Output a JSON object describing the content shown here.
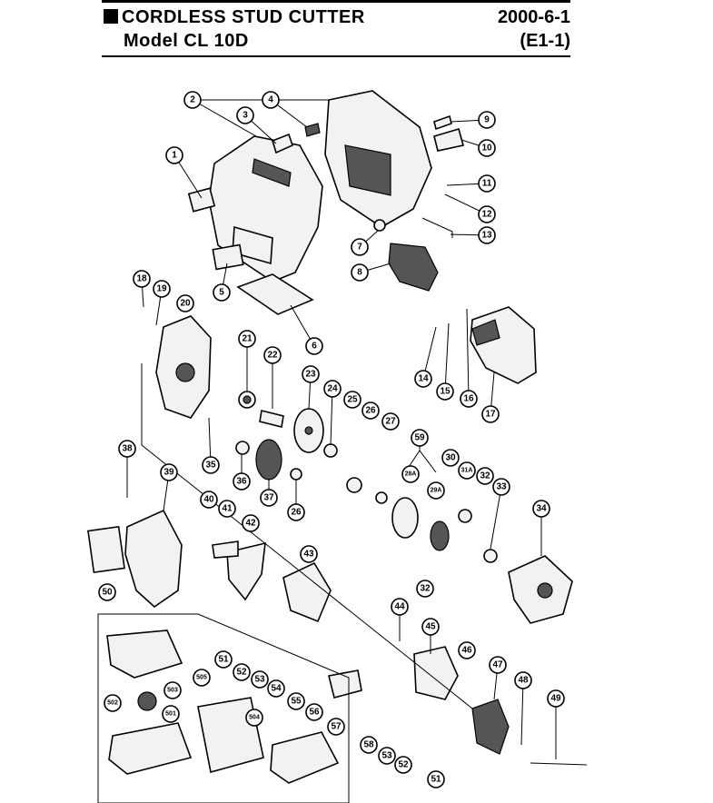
{
  "header": {
    "title": "CORDLESS STUD CUTTER",
    "model": "Model CL 10D",
    "date": "2000-6-1",
    "code": "(E1-1)"
  },
  "callouts": [
    "1",
    "2",
    "3",
    "4",
    "5",
    "6",
    "7",
    "8",
    "9",
    "10",
    "11",
    "12",
    "13",
    "14",
    "15",
    "16",
    "17",
    "18",
    "19",
    "20",
    "21",
    "22",
    "23",
    "24",
    "25",
    "26",
    "27",
    "28A",
    "29A",
    "30",
    "31A",
    "32",
    "33",
    "34",
    "35",
    "36",
    "37",
    "26",
    "38",
    "39",
    "40",
    "41",
    "42",
    "43",
    "44",
    "45",
    "46",
    "47",
    "48",
    "49",
    "50",
    "51",
    "52",
    "53",
    "54",
    "55",
    "56",
    "57",
    "58",
    "53",
    "52",
    "51",
    "32",
    "59",
    "501",
    "502",
    "503",
    "504",
    "505"
  ]
}
